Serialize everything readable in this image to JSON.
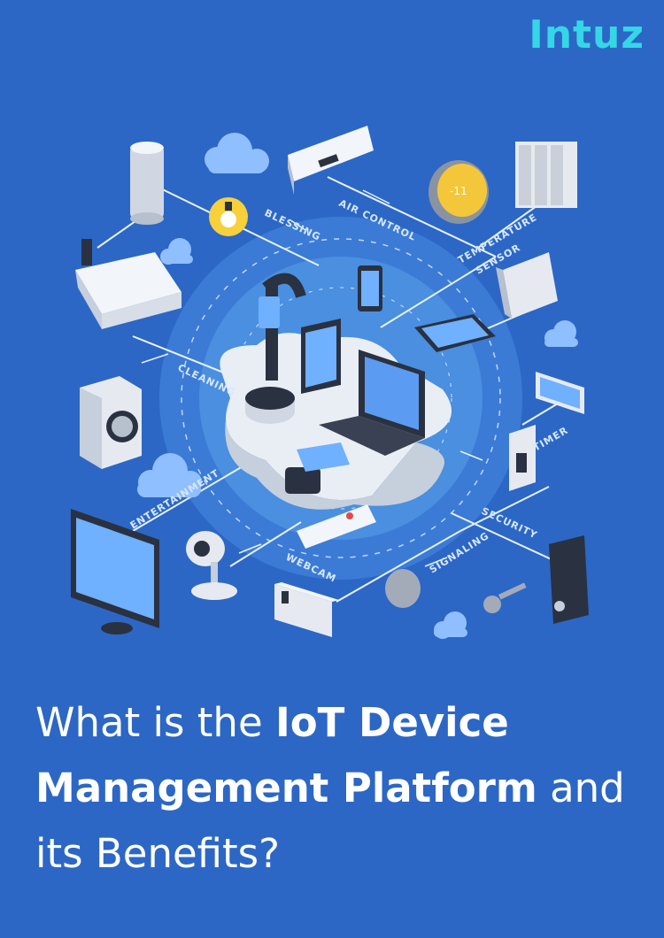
{
  "brand": {
    "logo_text": "Intuz"
  },
  "diagram_labels": {
    "air_control": "AIR CONTROL",
    "blessing": "BLESSING",
    "temperature": "TEMPERATURE",
    "sensor": "SENSOR",
    "cleaning": "CLEANING",
    "timer": "TIMER",
    "entertainment": "ENTERTAINMENT",
    "security": "SECURITY",
    "webcam": "WEBCAM",
    "signaling": "SIGNALING"
  },
  "title": {
    "line1_regular": "What is the ",
    "line1_bold": "IoT Device",
    "line2_bold": "Management Platform",
    "line2_regular": " and",
    "line3_regular": "its Benefits?"
  },
  "colors": {
    "background": "#2C67C6",
    "logo": "#35D6E6",
    "hub_inner": "#4A8FE0",
    "hub_outer": "#3B7BD6",
    "title_text": "#FFFFFF"
  }
}
